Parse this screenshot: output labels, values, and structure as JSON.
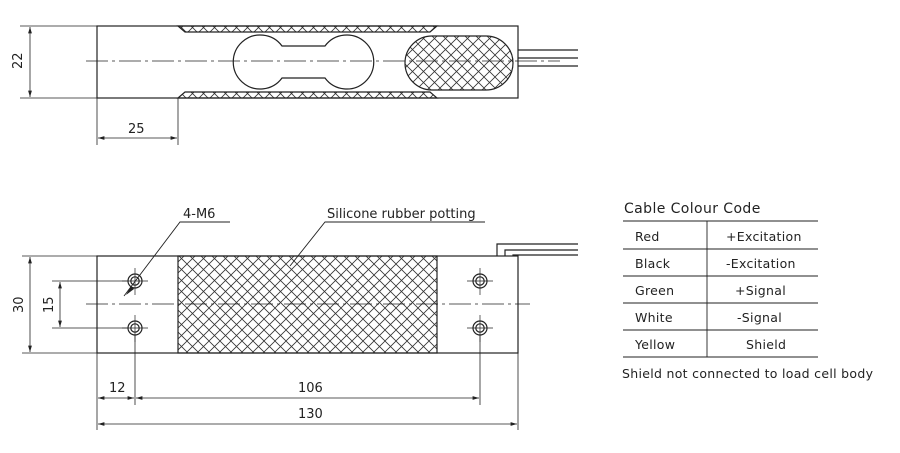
{
  "top_view": {
    "dim_height": "22",
    "dim_width": "25"
  },
  "front_view": {
    "hole_callout": "4-M6",
    "potting_callout": "Silicone rubber potting",
    "dim_height": "30",
    "dim_hole_spacing_v": "15",
    "dim_edge_offset": "12",
    "dim_hole_spacing_h": "106",
    "dim_length": "130"
  },
  "cable_table": {
    "title": "Cable Colour Code",
    "rows": [
      {
        "colour": "Red",
        "function": "+Excitation"
      },
      {
        "colour": "Black",
        "function": "-Excitation"
      },
      {
        "colour": "Green",
        "function": "+Signal"
      },
      {
        "colour": "White",
        "function": "-Signal"
      },
      {
        "colour": "Yellow",
        "function": "Shield"
      }
    ],
    "note": "Shield not connected to load cell body"
  }
}
